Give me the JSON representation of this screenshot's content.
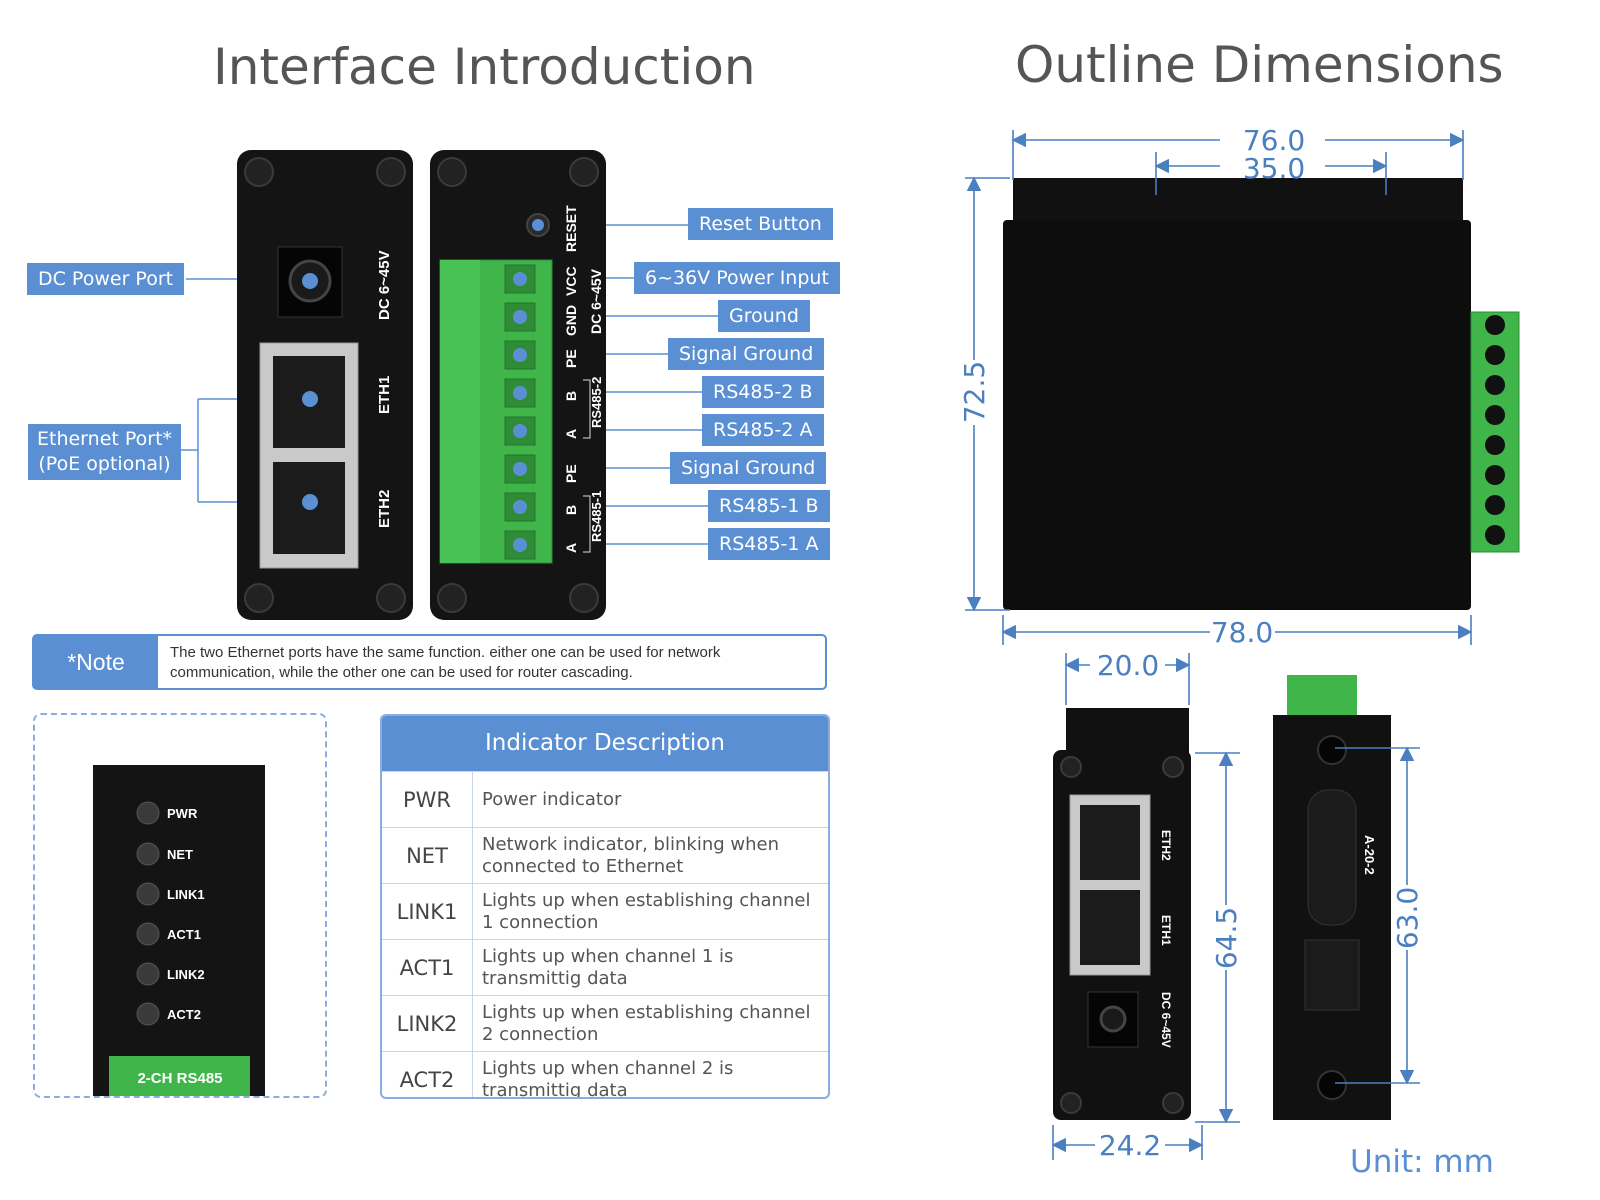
{
  "titles": {
    "interface": "Interface Introduction",
    "outline": "Outline Dimensions"
  },
  "device_left": {
    "dc_label": "DC 6~45V",
    "eth1": "ETH1",
    "eth2": "ETH2"
  },
  "device_right": {
    "reset": "RESET",
    "vcc": "VCC",
    "gnd": "GND",
    "dc": "DC 6~45V",
    "pe_top": "PE",
    "b2": "B",
    "a2": "A",
    "rs485_2": "RS485-2",
    "pe_bottom": "PE",
    "b1": "B",
    "a1": "A",
    "rs485_1": "RS485-1"
  },
  "labels": {
    "dc_power_port": "DC Power Port",
    "ethernet_port_line1": "Ethernet Port*",
    "ethernet_port_line2": "(PoE optional)",
    "reset_button": "Reset Button",
    "power_input": "6~36V Power Input",
    "ground": "Ground",
    "signal_ground_1": "Signal Ground",
    "rs485_2b": "RS485-2 B",
    "rs485_2a": "RS485-2 A",
    "signal_ground_2": "Signal Ground",
    "rs485_1b": "RS485-1 B",
    "rs485_1a": "RS485-1 A"
  },
  "note": {
    "heading": "*Note",
    "text": "The two Ethernet ports have the same function. either one can be used for network communication, while the other one can be used for router cascading."
  },
  "leds": {
    "items": [
      "PWR",
      "NET",
      "LINK1",
      "ACT1",
      "LINK2",
      "ACT2"
    ],
    "badge": "2-CH RS485"
  },
  "indicator": {
    "heading": "Indicator Description",
    "rows": [
      {
        "key": "PWR",
        "desc": "Power indicator"
      },
      {
        "key": "NET",
        "desc": "Network indicator, blinking when connected to Ethernet"
      },
      {
        "key": "LINK1",
        "desc": "Lights up when establishing channel 1 connection"
      },
      {
        "key": "ACT1",
        "desc": "Lights up when channel 1 is transmittig data"
      },
      {
        "key": "LINK2",
        "desc": "Lights up when establishing channel 2 connection"
      },
      {
        "key": "ACT2",
        "desc": "Lights up when channel 2 is transmittig data"
      }
    ]
  },
  "dimensions": {
    "d76": "76.0",
    "d35": "35.0",
    "d72_5": "72.5",
    "d78": "78.0",
    "d20": "20.0",
    "d64_5": "64.5",
    "d24_2": "24.2",
    "d63": "63.0",
    "side_eth2": "ETH2",
    "side_eth1": "ETH1",
    "side_dc": "DC 6~45V",
    "side_model": "A-20-2"
  },
  "unit": "Unit: mm",
  "colors": {
    "accent": "#5a8fd4",
    "terminal_green": "#3fb54a",
    "device_black": "#111111",
    "dimension_blue": "#4a7fc0"
  }
}
